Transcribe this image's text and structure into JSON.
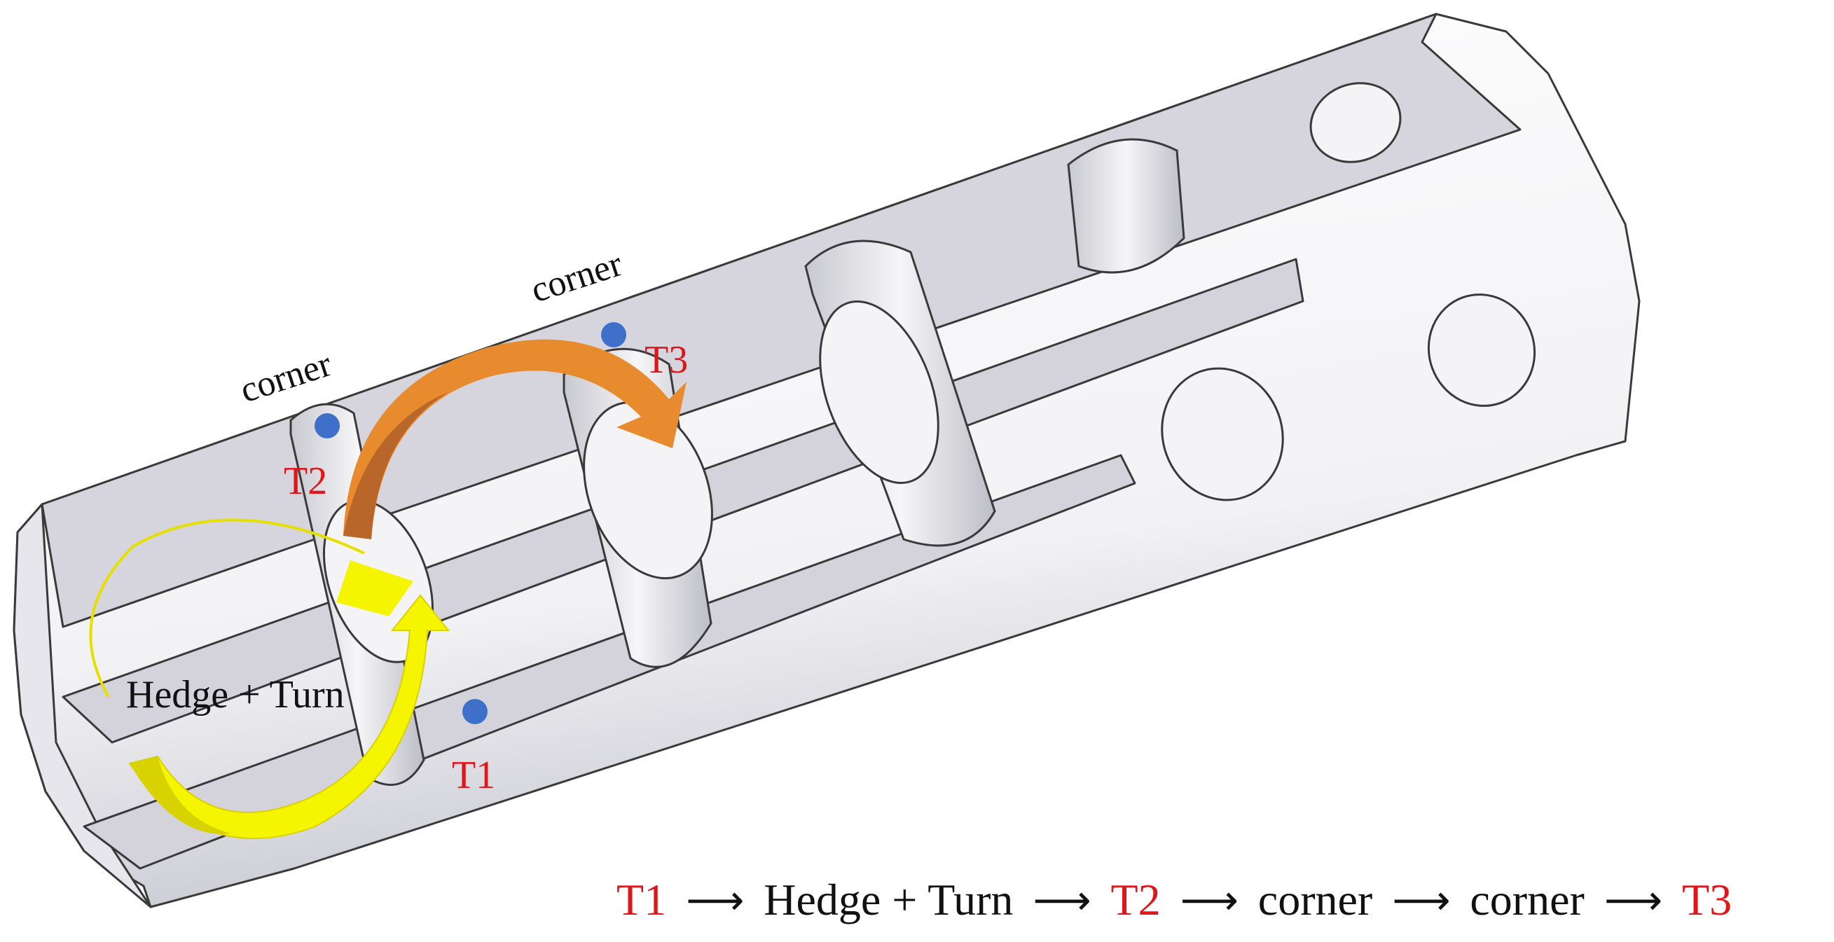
{
  "labels": {
    "hedge_turn": "Hedge + Turn",
    "corner_1": "corner",
    "corner_2": "corner",
    "t1": "T1",
    "t2": "T2",
    "t3": "T3"
  },
  "sequence": [
    "T1",
    "Hedge + Turn",
    "T2",
    "corner",
    "corner",
    "T3"
  ],
  "sequence_arrow": "⟶",
  "colors": {
    "target_text": "#e0161b",
    "marker": "#3e6fc9",
    "arrow_yellow": "#f5f500",
    "arrow_dark_yellow": "#d8d200",
    "arrow_orange": "#e88a2e",
    "arrow_brown": "#b8662a",
    "part_fill": "#ffffff",
    "slot_shade": "#d4d3dc",
    "outline": "#3a3a3a"
  }
}
